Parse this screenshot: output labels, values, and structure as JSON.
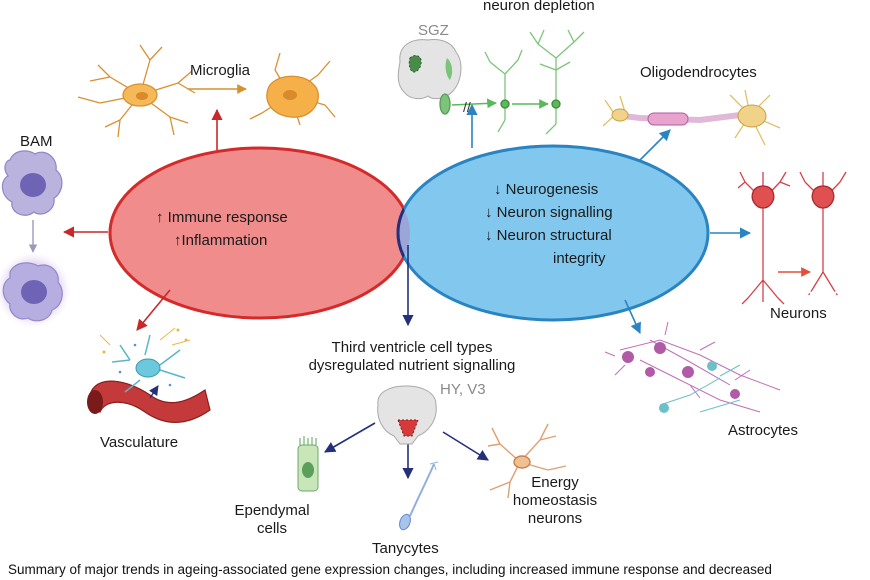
{
  "top_label": "neuron depletion",
  "left_ellipse": {
    "lines": [
      "Immune response",
      "Inflammation"
    ],
    "arrow_up": "↑"
  },
  "right_ellipse": {
    "lines": [
      "Neurogenesis",
      "Neuron signalling",
      "Neuron structural",
      "integrity"
    ],
    "arrow_down": "↓"
  },
  "labels": {
    "microglia": "Microglia",
    "bam": "BAM",
    "vasculature": "Vasculature",
    "sgz": "SGZ",
    "oligodendrocytes": "Oligodendrocytes",
    "neurons": "Neurons",
    "astrocytes": "Astrocytes",
    "third_ventricle_1": "Third ventricle cell types",
    "third_ventricle_2": "dysregulated nutrient signalling",
    "hy_v3": "HY, V3",
    "ependymal_1": "Ependymal",
    "ependymal_2": "cells",
    "tanycytes": "Tanycytes",
    "energy_1": "Energy",
    "energy_2": "homeostasis",
    "energy_3": "neurons"
  },
  "caption": "Summary of major trends in ageing-associated gene expression changes, including increased immune response and decreased",
  "colors": {
    "left_fill": "#f08c8c",
    "left_stroke": "#d42a2a",
    "right_fill": "#82c8ee",
    "right_stroke": "#2a84c2",
    "overlap_fill": "#9aa6d8",
    "overlap_stroke": "#25307a",
    "red_arrow": "#c8282a",
    "blue_arrow": "#2a84c2",
    "navy_arrow": "#25307a",
    "microglia": "#f2b04a",
    "neuron_red": "#d6404a",
    "neuron_green": "#7cc47a",
    "astrocyte_pink": "#b05aa8",
    "astrocyte_teal": "#6cc0c8"
  },
  "icons": [
    "microglia-cell-icon",
    "bam-cell-icon",
    "vasculature-icon",
    "brain-section-icon",
    "neuron-icon",
    "oligodendrocyte-icon",
    "astrocyte-icon",
    "ependymal-cell-icon",
    "tanycyte-icon",
    "energy-neuron-icon"
  ]
}
